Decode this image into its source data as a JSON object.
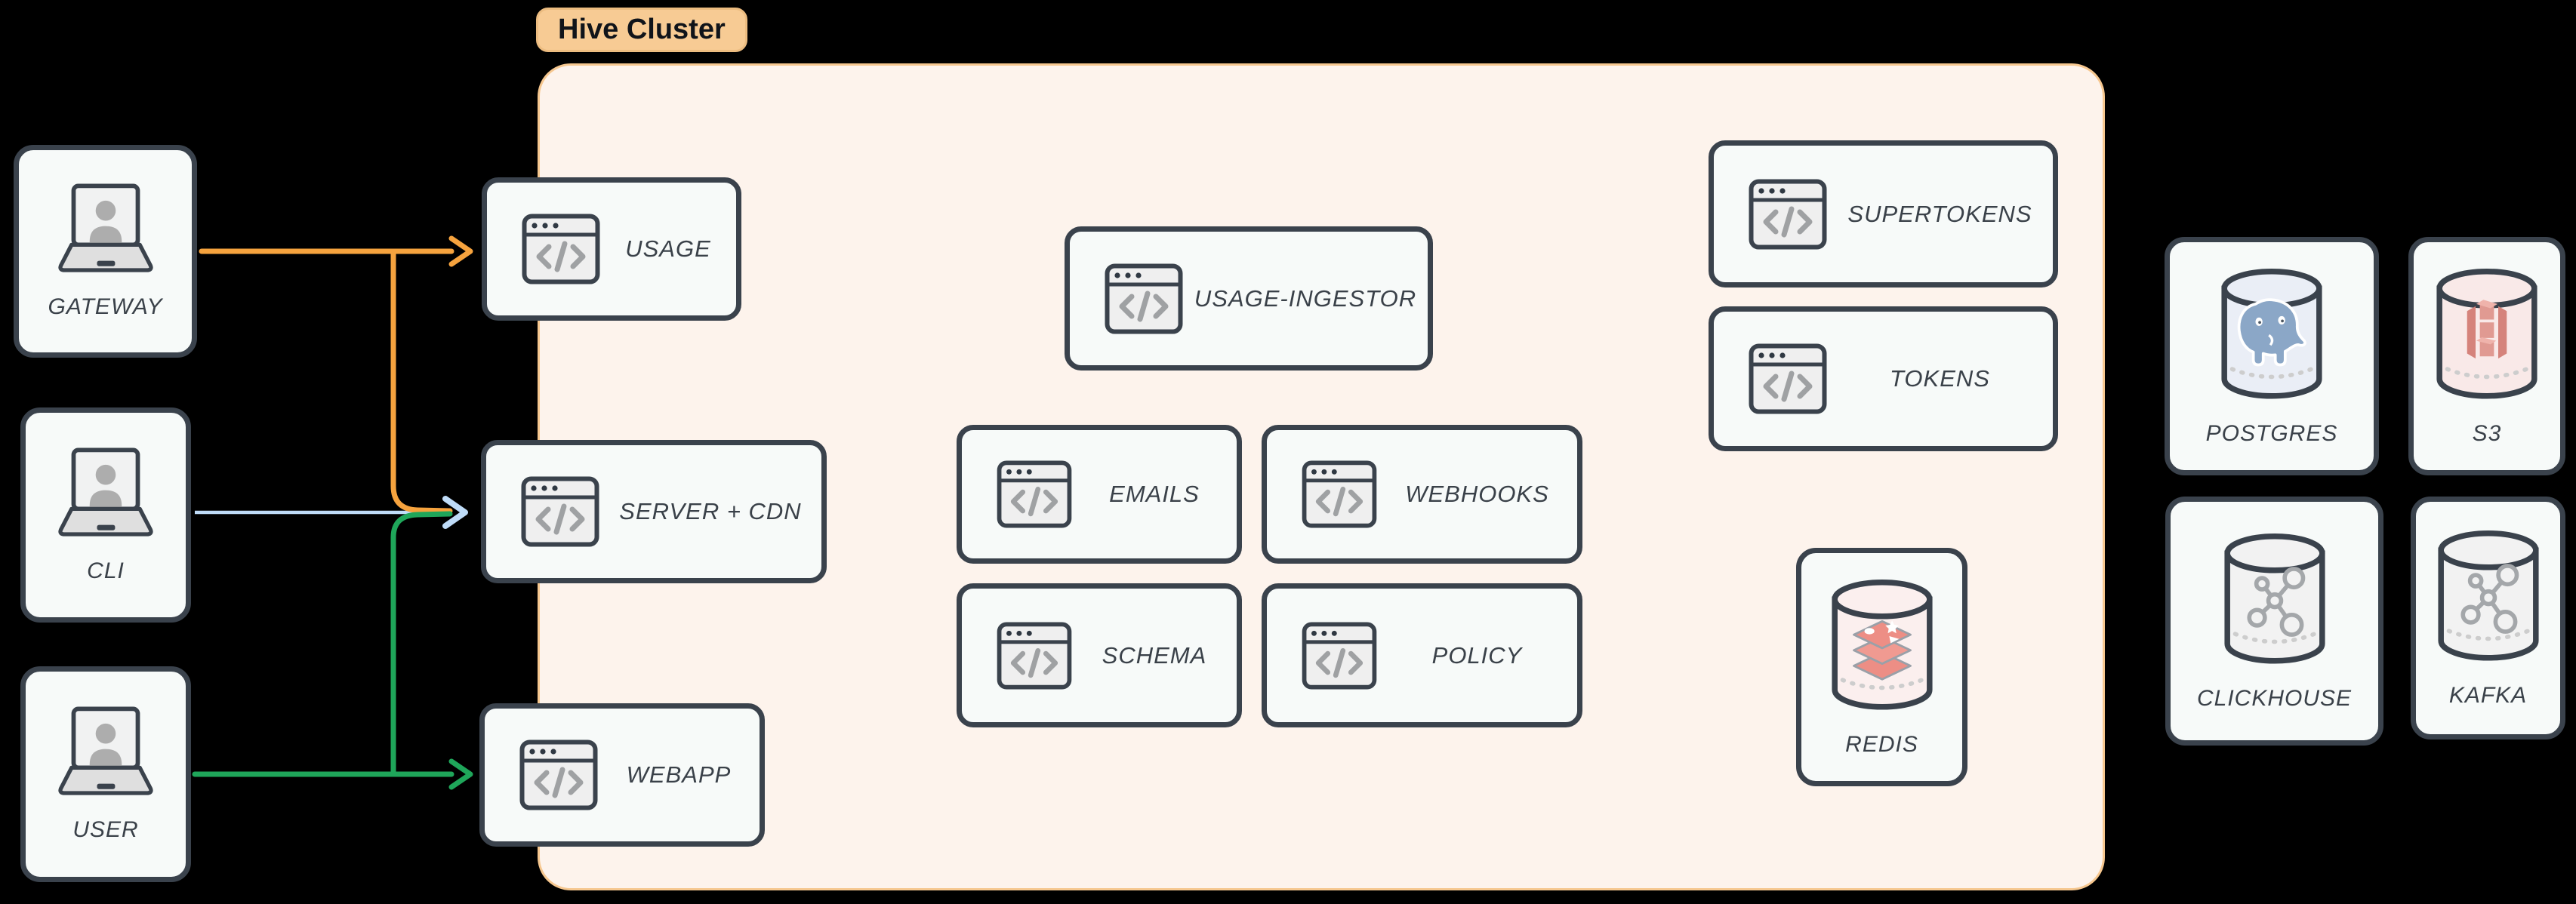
{
  "cluster": {
    "label": "Hive Cluster"
  },
  "clients": {
    "gateway": {
      "label": "GATEWAY",
      "icon": "laptop-user-icon"
    },
    "cli": {
      "label": "CLI",
      "icon": "laptop-user-icon"
    },
    "user": {
      "label": "USER",
      "icon": "laptop-user-icon"
    }
  },
  "services": {
    "usage": {
      "label": "USAGE",
      "icon": "code-window-icon"
    },
    "server_cdn": {
      "label": "SERVER + CDN",
      "icon": "code-window-icon"
    },
    "webapp": {
      "label": "WEBAPP",
      "icon": "code-window-icon"
    },
    "usage_ingestor": {
      "label": "USAGE-INGESTOR",
      "icon": "code-window-icon"
    },
    "emails": {
      "label": "EMAILS",
      "icon": "code-window-icon"
    },
    "webhooks": {
      "label": "WEBHOOKS",
      "icon": "code-window-icon"
    },
    "schema": {
      "label": "SCHEMA",
      "icon": "code-window-icon"
    },
    "policy": {
      "label": "POLICY",
      "icon": "code-window-icon"
    },
    "supertokens": {
      "label": "SUPERTOKENS",
      "icon": "code-window-icon"
    },
    "tokens": {
      "label": "TOKENS",
      "icon": "code-window-icon"
    }
  },
  "datastores": {
    "redis": {
      "label": "REDIS",
      "icon": "redis-database-icon"
    },
    "postgres": {
      "label": "POSTGRES",
      "icon": "postgres-database-icon"
    },
    "s3": {
      "label": "S3",
      "icon": "s3-database-icon"
    },
    "clickhouse": {
      "label": "CLICKHOUSE",
      "icon": "network-database-icon"
    },
    "kafka": {
      "label": "KAFKA",
      "icon": "network-database-icon"
    }
  },
  "edges": [
    {
      "from": "gateway",
      "to": "usage",
      "color": "#F6A33E"
    },
    {
      "from": "gateway",
      "to": "server_cdn",
      "color": "#F6A33E"
    },
    {
      "from": "cli",
      "to": "server_cdn",
      "color": "#BFDCF8"
    },
    {
      "from": "user",
      "to": "server_cdn",
      "color": "#1FA65A"
    },
    {
      "from": "user",
      "to": "webapp",
      "color": "#1FA65A"
    }
  ],
  "colors": {
    "background": "#000000",
    "cluster_fill": "#FDF3EC",
    "cluster_border": "#F6C78F",
    "badge_fill": "#F7CB94",
    "node_fill": "#F7FAF9",
    "node_border": "#3A424C",
    "label_text": "#3A4149",
    "edge_orange": "#F6A33E",
    "edge_blue": "#BFDCF8",
    "edge_green": "#1FA65A"
  }
}
